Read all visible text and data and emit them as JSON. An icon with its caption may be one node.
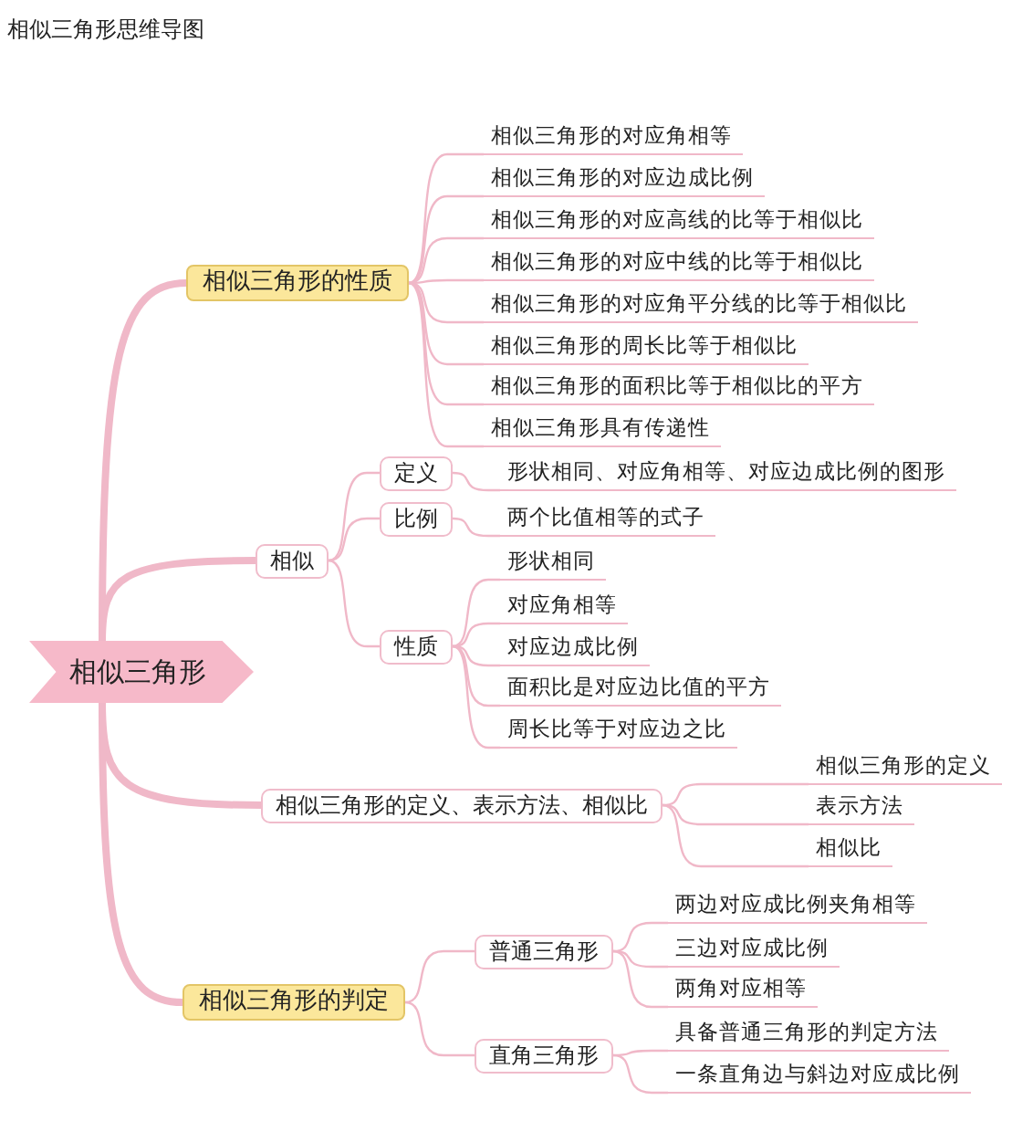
{
  "diagram": {
    "title": "相似三角形思维导图",
    "nodes": [
      {
        "text": [
          "相似三角形"
        ]
      },
      {
        "text": [
          "相似三角形的性质"
        ]
      },
      {
        "text": [
          "相似三角形的对应角相等"
        ]
      },
      {
        "text": [
          "相似三角形的对应边成比例"
        ]
      },
      {
        "text": [
          "相似三角形的对应高线的比等于相似比"
        ]
      },
      {
        "text": [
          "相似三角形的对应中线的比等于相似比"
        ]
      },
      {
        "text": [
          "相似三角形的对应角平分线的比等于相似比"
        ]
      },
      {
        "text": [
          "相似三角形的周长比等于相似比"
        ]
      },
      {
        "text": [
          "相似三角形的面积比等于相似比的平方"
        ]
      },
      {
        "text": [
          "相似三角形具有传递性"
        ]
      },
      {
        "text": [
          "相似"
        ]
      },
      {
        "text": [
          "定义"
        ]
      },
      {
        "text": [
          "形状相同、对应角相等、对应边成比例的图形"
        ]
      },
      {
        "text": [
          "比例"
        ]
      },
      {
        "text": [
          "两个比值相等的式子"
        ]
      },
      {
        "text": [
          "性质"
        ]
      },
      {
        "text": [
          "形状相同"
        ]
      },
      {
        "text": [
          "对应角相等"
        ]
      },
      {
        "text": [
          "对应边成比例"
        ]
      },
      {
        "text": [
          "面积比是对应边比值的平方"
        ]
      },
      {
        "text": [
          "周长比等于对应边之比"
        ]
      },
      {
        "text": [
          "相似三角形的定义、表示方法、相似比"
        ]
      },
      {
        "text": [
          "相似三角形的定义"
        ]
      },
      {
        "text": [
          "表示方法"
        ]
      },
      {
        "text": [
          "相似比"
        ]
      },
      {
        "text": [
          "相似三角形的判定"
        ]
      },
      {
        "text": [
          "普通三角形"
        ]
      },
      {
        "text": [
          "两边对应成比例夹角相等"
        ]
      },
      {
        "text": [
          "三边对应成比例"
        ]
      },
      {
        "text": [
          "两角对应相等"
        ]
      },
      {
        "text": [
          "直角三角形"
        ]
      },
      {
        "text": [
          "具备普通三角形的判定方法"
        ]
      },
      {
        "text": [
          "一条直角边与斜边对应成比例"
        ]
      }
    ],
    "edges": [
      {
        "from": 0,
        "to": 1,
        "arrow": "none",
        "style": "thick"
      },
      {
        "from": 1,
        "to": 2,
        "arrow": "none"
      },
      {
        "from": 1,
        "to": 3,
        "arrow": "none"
      },
      {
        "from": 1,
        "to": 4,
        "arrow": "none"
      },
      {
        "from": 1,
        "to": 5,
        "arrow": "none"
      },
      {
        "from": 1,
        "to": 6,
        "arrow": "none"
      },
      {
        "from": 1,
        "to": 7,
        "arrow": "none"
      },
      {
        "from": 1,
        "to": 8,
        "arrow": "none"
      },
      {
        "from": 1,
        "to": 9,
        "arrow": "none"
      },
      {
        "from": 0,
        "to": 10,
        "arrow": "none",
        "style": "thick"
      },
      {
        "from": 10,
        "to": 11,
        "arrow": "none"
      },
      {
        "from": 11,
        "to": 12,
        "arrow": "none"
      },
      {
        "from": 10,
        "to": 13,
        "arrow": "none"
      },
      {
        "from": 13,
        "to": 14,
        "arrow": "none"
      },
      {
        "from": 10,
        "to": 15,
        "arrow": "none"
      },
      {
        "from": 15,
        "to": 16,
        "arrow": "none"
      },
      {
        "from": 15,
        "to": 17,
        "arrow": "none"
      },
      {
        "from": 15,
        "to": 18,
        "arrow": "none"
      },
      {
        "from": 15,
        "to": 19,
        "arrow": "none"
      },
      {
        "from": 15,
        "to": 20,
        "arrow": "none"
      },
      {
        "from": 0,
        "to": 21,
        "arrow": "none",
        "style": "thick"
      },
      {
        "from": 21,
        "to": 22,
        "arrow": "none"
      },
      {
        "from": 21,
        "to": 23,
        "arrow": "none"
      },
      {
        "from": 21,
        "to": 24,
        "arrow": "none"
      },
      {
        "from": 0,
        "to": 25,
        "arrow": "none",
        "style": "thick"
      },
      {
        "from": 25,
        "to": 26,
        "arrow": "none"
      },
      {
        "from": 26,
        "to": 27,
        "arrow": "none"
      },
      {
        "from": 26,
        "to": 28,
        "arrow": "none"
      },
      {
        "from": 26,
        "to": 29,
        "arrow": "none"
      },
      {
        "from": 25,
        "to": 30,
        "arrow": "none"
      },
      {
        "from": 30,
        "to": 31,
        "arrow": "none"
      },
      {
        "from": 30,
        "to": 32,
        "arrow": "none"
      }
    ]
  }
}
